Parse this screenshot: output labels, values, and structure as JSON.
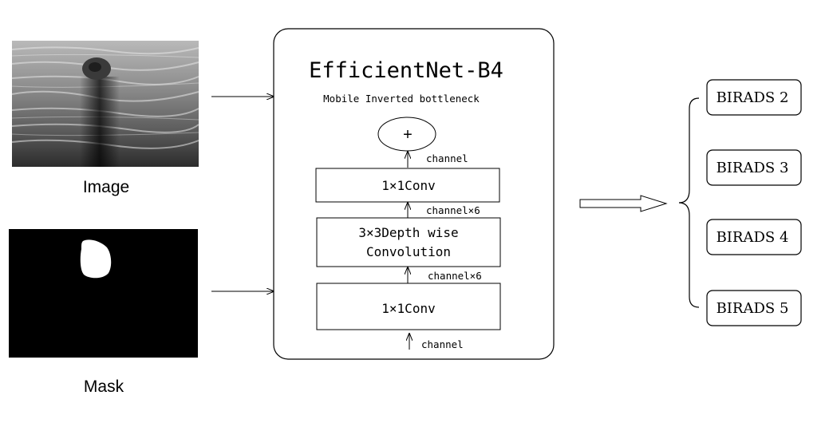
{
  "inputs": {
    "image_label": "Image",
    "mask_label": "Mask"
  },
  "model": {
    "title": "EfficientNet-B4",
    "subtitle": "Mobile Inverted bottleneck",
    "add_symbol": "+",
    "conv_top": "1×1Conv",
    "depthwise_line1": "3×3Depth wise",
    "depthwise_line2": "Convolution",
    "conv_bottom": "1×1Conv",
    "label_channel_top": "channel",
    "label_channel6_upper": "channel×6",
    "label_channel6_lower": "channel×6",
    "label_channel_bottom": "channel"
  },
  "outputs": [
    "BIRADS 2",
    "BIRADS 3",
    "BIRADS 4",
    "BIRADS 5"
  ],
  "colors": {
    "stroke": "#000000",
    "background": "#ffffff",
    "mask_bg": "#000000",
    "mask_blob": "#ffffff"
  }
}
